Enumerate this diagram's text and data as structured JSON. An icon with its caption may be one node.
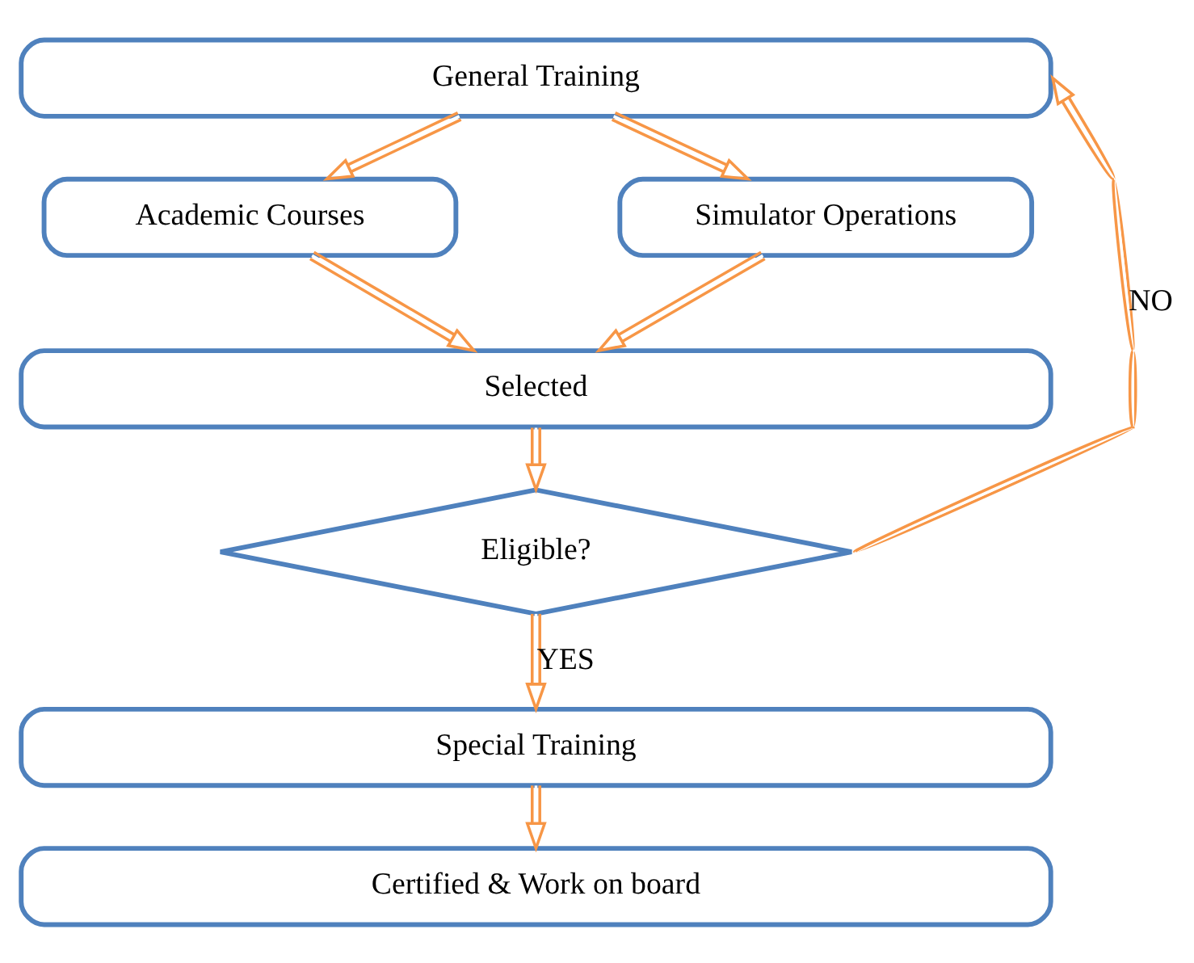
{
  "diagram": {
    "nodes": [
      {
        "text": [
          "General Training"
        ]
      },
      {
        "text": [
          "Academic Courses"
        ]
      },
      {
        "text": [
          "Simulator Operations"
        ]
      },
      {
        "text": [
          "Selected"
        ]
      },
      {
        "text": [
          "Eligible?"
        ]
      },
      {
        "text": [
          "Special Training"
        ]
      },
      {
        "text": [
          "Certified & Work on board"
        ]
      }
    ],
    "edges": [
      {
        "from": 0,
        "to": 1,
        "arrow": "to"
      },
      {
        "from": 0,
        "to": 2,
        "arrow": "to"
      },
      {
        "from": 1,
        "to": 3,
        "arrow": "to"
      },
      {
        "from": 2,
        "to": 3,
        "arrow": "to"
      },
      {
        "from": 3,
        "to": 4,
        "arrow": "to"
      },
      {
        "from": 4,
        "to": 5,
        "arrow": "to",
        "label": "YES"
      },
      {
        "from": 4,
        "to": 0,
        "arrow": "to",
        "label": "NO"
      },
      {
        "from": 5,
        "to": 6,
        "arrow": "to"
      }
    ]
  }
}
